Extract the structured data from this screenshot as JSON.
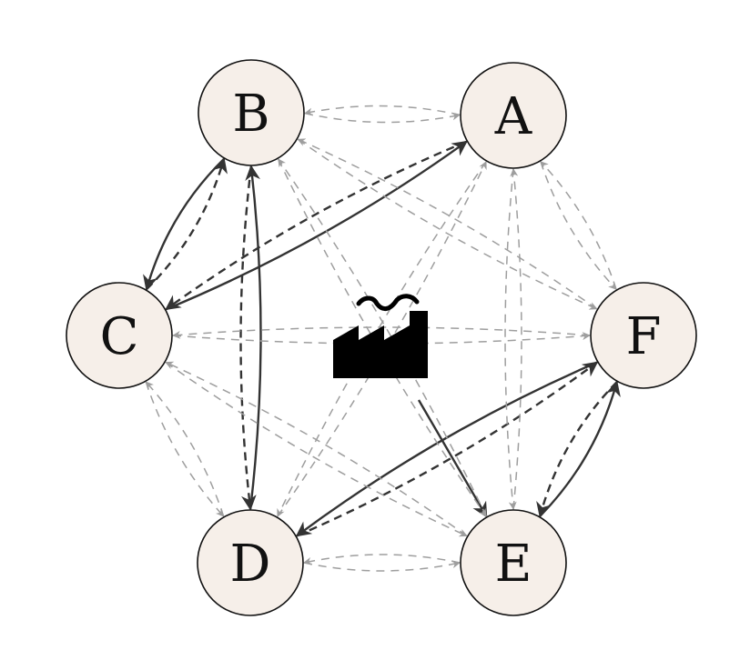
{
  "nodes": [
    {
      "id": "A",
      "label": "A"
    },
    {
      "id": "B",
      "label": "B"
    },
    {
      "id": "C",
      "label": "C"
    },
    {
      "id": "D",
      "label": "D"
    },
    {
      "id": "E",
      "label": "E"
    },
    {
      "id": "F",
      "label": "F"
    }
  ],
  "center_icon": "factory-icon",
  "edge_styles": {
    "solid": "#333333",
    "dashed_dark": "#333333",
    "dashed_light": "#9e9e9e"
  },
  "edges": [
    {
      "from": "B",
      "to": "C",
      "style": "solid"
    },
    {
      "from": "D",
      "to": "B",
      "style": "solid"
    },
    {
      "from": "C",
      "to": "A",
      "style": "solid"
    },
    {
      "from": "F",
      "to": "D",
      "style": "solid"
    },
    {
      "from": "E",
      "to": "F",
      "style": "solid"
    },
    {
      "from": "depot",
      "to": "E",
      "style": "solid"
    },
    {
      "from": "C",
      "to": "B",
      "style": "dashed_dark"
    },
    {
      "from": "A",
      "to": "C",
      "style": "dashed_dark"
    },
    {
      "from": "B",
      "to": "D",
      "style": "dashed_dark"
    },
    {
      "from": "D",
      "to": "F",
      "style": "dashed_dark"
    },
    {
      "from": "F",
      "to": "E",
      "style": "dashed_dark"
    },
    {
      "from": "A",
      "to": "B",
      "style": "dashed_light"
    },
    {
      "from": "B",
      "to": "A",
      "style": "dashed_light"
    },
    {
      "from": "D",
      "to": "E",
      "style": "dashed_light"
    },
    {
      "from": "E",
      "to": "D",
      "style": "dashed_light"
    },
    {
      "from": "C",
      "to": "F",
      "style": "dashed_light"
    },
    {
      "from": "F",
      "to": "C",
      "style": "dashed_light"
    },
    {
      "from": "A",
      "to": "F",
      "style": "dashed_light"
    },
    {
      "from": "F",
      "to": "A",
      "style": "dashed_light"
    },
    {
      "from": "C",
      "to": "D",
      "style": "dashed_light"
    },
    {
      "from": "D",
      "to": "C",
      "style": "dashed_light"
    },
    {
      "from": "B",
      "to": "E",
      "style": "dashed_light"
    },
    {
      "from": "E",
      "to": "B",
      "style": "dashed_light"
    },
    {
      "from": "B",
      "to": "F",
      "style": "dashed_light"
    },
    {
      "from": "F",
      "to": "B",
      "style": "dashed_light"
    },
    {
      "from": "A",
      "to": "D",
      "style": "dashed_light"
    },
    {
      "from": "D",
      "to": "A",
      "style": "dashed_light"
    },
    {
      "from": "A",
      "to": "E",
      "style": "dashed_light"
    },
    {
      "from": "E",
      "to": "A",
      "style": "dashed_light"
    },
    {
      "from": "C",
      "to": "E",
      "style": "dashed_light"
    },
    {
      "from": "E",
      "to": "C",
      "style": "dashed_light"
    }
  ]
}
